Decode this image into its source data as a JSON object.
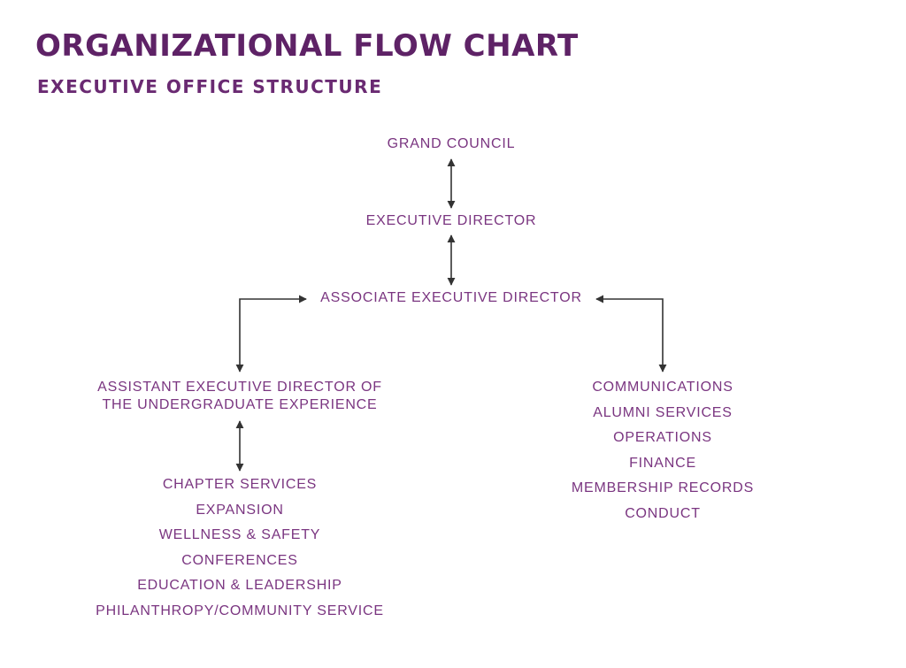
{
  "header": {
    "title": "ORGANIZATIONAL FLOW CHART",
    "subtitle": "EXECUTIVE OFFICE STRUCTURE"
  },
  "chart": {
    "grand_council": "GRAND COUNCIL",
    "executive_director": "EXECUTIVE DIRECTOR",
    "associate_executive_director": "ASSOCIATE EXECUTIVE DIRECTOR",
    "assistant_executive_director": {
      "line1": "ASSISTANT EXECUTIVE DIRECTOR OF",
      "line2": "THE UNDERGRADUATE EXPERIENCE"
    },
    "left_departments": [
      "CHAPTER SERVICES",
      "EXPANSION",
      "WELLNESS & SAFETY",
      "CONFERENCES",
      "EDUCATION & LEADERSHIP",
      "PHILANTHROPY/COMMUNITY SERVICE"
    ],
    "right_departments": [
      "COMMUNICATIONS",
      "ALUMNI SERVICES",
      "OPERATIONS",
      "FINANCE",
      "MEMBERSHIP RECORDS",
      "CONDUCT"
    ]
  },
  "colors": {
    "title": "#5e2266",
    "text": "#7a3580",
    "arrow": "#333333"
  }
}
